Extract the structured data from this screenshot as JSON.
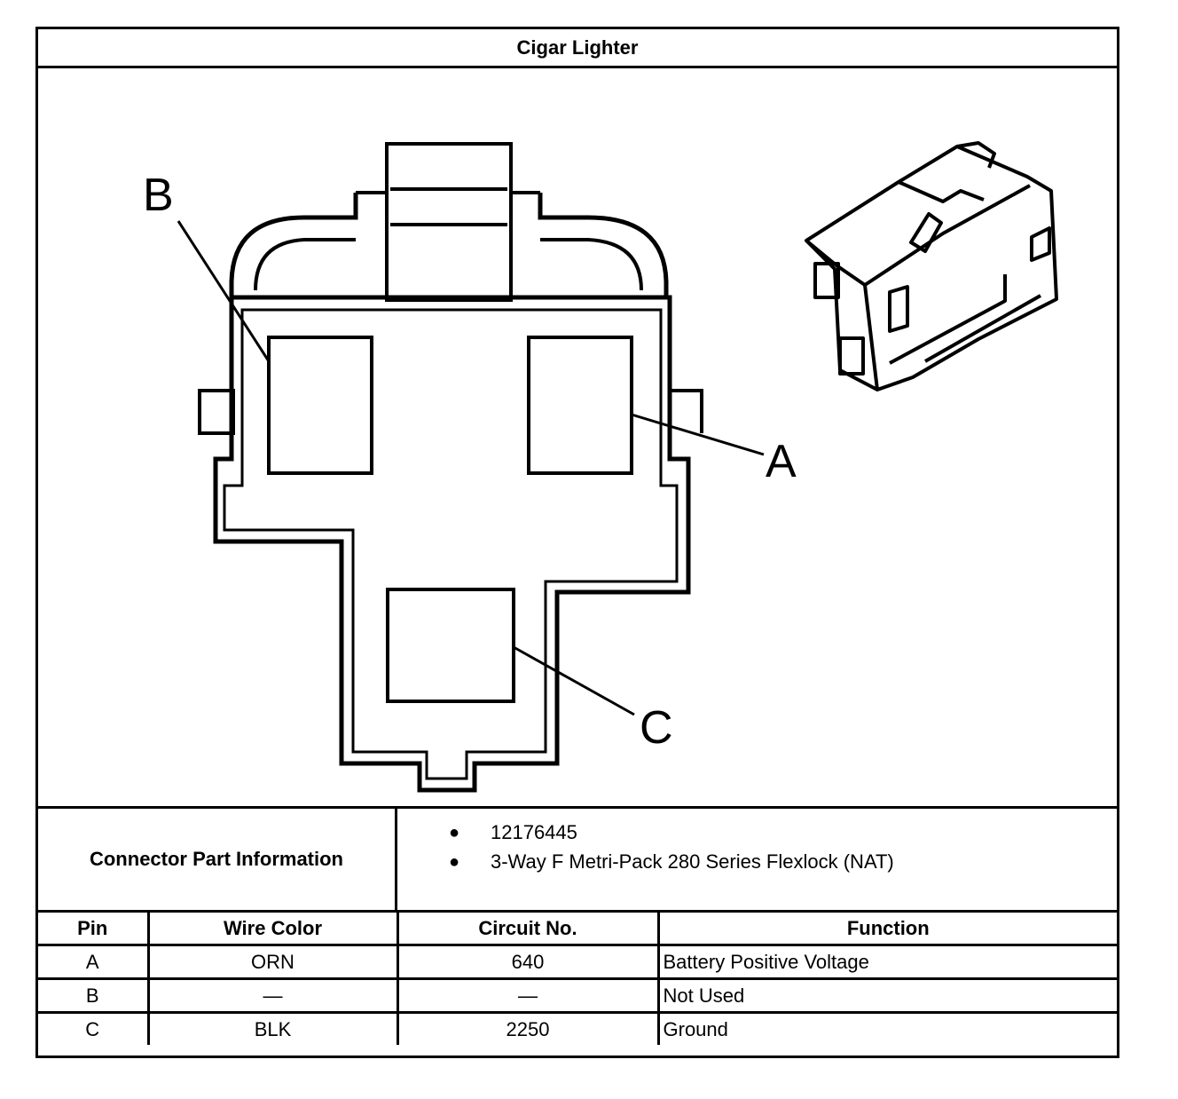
{
  "title": "Cigar Lighter",
  "diagram": {
    "pin_labels": [
      "B",
      "A",
      "C"
    ]
  },
  "connector_info": {
    "label": "Connector Part Information",
    "items": [
      "12176445",
      "3-Way F Metri-Pack 280 Series Flexlock (NAT)"
    ]
  },
  "pin_table": {
    "headers": [
      "Pin",
      "Wire Color",
      "Circuit No.",
      "Function"
    ],
    "rows": [
      [
        "A",
        "ORN",
        "640",
        "Battery Positive Voltage"
      ],
      [
        "B",
        "—",
        "—",
        "Not Used"
      ],
      [
        "C",
        "BLK",
        "2250",
        "Ground"
      ]
    ]
  }
}
